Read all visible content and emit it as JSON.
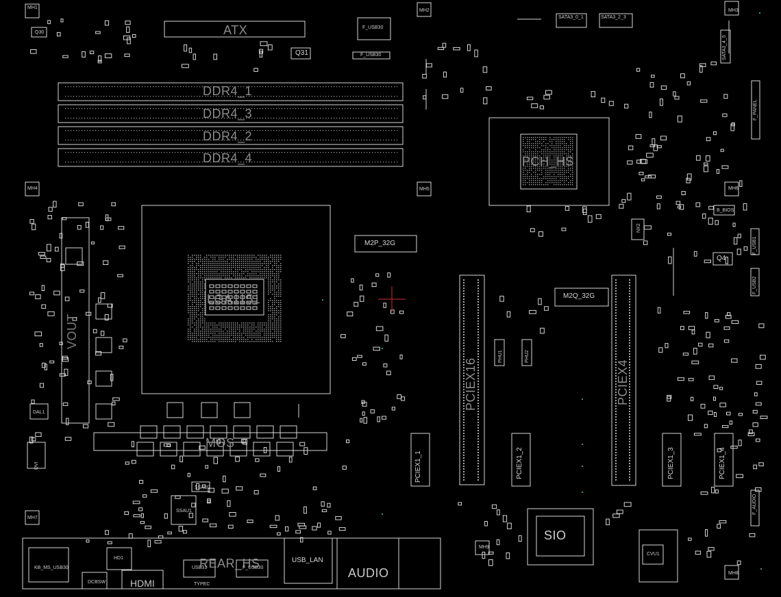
{
  "board": {
    "background": "#000000",
    "outline_color": "#d9d9d9",
    "label_color": "#9a9a9a",
    "via_color": "#2fa56a",
    "marker_color": "#d03030"
  },
  "slots": {
    "atx": "ATX",
    "ddr": [
      "DDR4_1",
      "DDR4_3",
      "DDR4_2",
      "DDR4_4"
    ],
    "cpu_socket": "LGA1151",
    "pch": "PCH_HS",
    "m2_cpu": "M2P_32G",
    "m2_pch": "M2Q_32G",
    "pciex16": "PCIEX16",
    "pciex4": "PCIEX4",
    "pciex1": [
      "PCIEX1_1",
      "PCIEX1_2",
      "PCIEX1_3",
      "PCIEX1_4"
    ],
    "mos": "MOS",
    "sio": "SIO"
  },
  "rear_io": {
    "title": "REAR_HS",
    "hdmi": "HDMI",
    "usb_lan": "USB_LAN",
    "audio": "AUDIO",
    "usb31": "USB31",
    "usb30": "F_USB30",
    "typec": "TYPEC",
    "dvi": "DVI",
    "kb": "KB_MS_USB30",
    "hd1": "HD1",
    "dcbsw": "DCBSW"
  },
  "headers": {
    "f_usb30": "F_USB30",
    "f_usb30_top": "F_USB30",
    "sata_1": "SATA3_0_1",
    "sata_2": "SATA3_2_3",
    "f_panel": "F_PANEL",
    "sata45": "SATA3_4_5",
    "f_usb1": "F_USB1",
    "f_usb2": "F_USB2",
    "f_audio": "F_AUDIO",
    "bios": "B_BIOS"
  },
  "parts": {
    "q31": "Q31",
    "q30": "Q30",
    "q4": "Q4",
    "nx2": "NX2",
    "ssau1": "SSAU1",
    "ssau2": "SSAU2",
    "cvu1": "CVU1",
    "dal1": "DAL1",
    "phu1": "PHU1",
    "phu2": "PHU2",
    "vout": "VOUT",
    "mh": [
      "MH1",
      "MH2",
      "MH3",
      "MH4",
      "MH5",
      "MH6",
      "MH7",
      "MH8",
      "MH9"
    ]
  }
}
